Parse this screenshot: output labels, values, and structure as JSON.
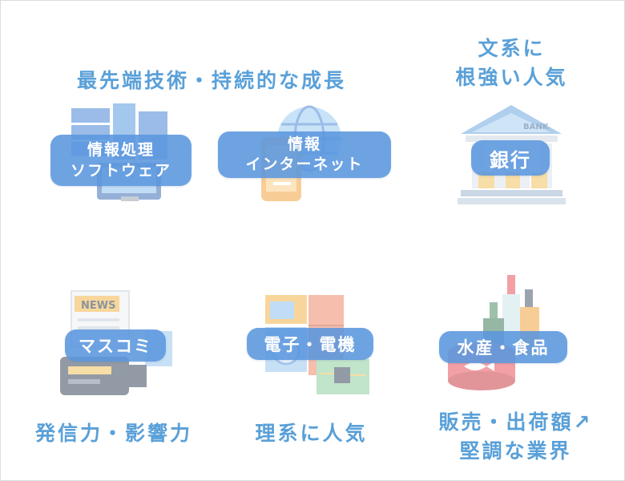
{
  "headings": {
    "top_left": "最先端技術・持続的な成長",
    "top_right_line1": "文系に",
    "top_right_line2": "根強い人気",
    "bottom_left": "発信力・影響力",
    "bottom_center": "理系に人気",
    "bottom_right_line1": "販売・出荷額↗",
    "bottom_right_line2": "堅調な業界"
  },
  "industries": [
    {
      "label_line1": "情報処理",
      "label_line2": "ソフトウェア",
      "icon": "server-icon"
    },
    {
      "label_line1": "情報",
      "label_line2": "インターネット",
      "icon": "globe-phone-icon"
    },
    {
      "label_line1": "銀行",
      "icon": "bank-building-icon",
      "sign_text": "BANK"
    },
    {
      "label_line1": "マスコミ",
      "icon": "news-camera-icon",
      "sign_text": "NEWS"
    },
    {
      "label_line1": "電子・電機",
      "icon": "appliances-icon"
    },
    {
      "label_line1": "水産・食品",
      "icon": "bottles-can-icon"
    }
  ],
  "colors": {
    "heading": "#5aa0d8",
    "pill": "#5a96de",
    "frame_border": "#d9dde3"
  }
}
